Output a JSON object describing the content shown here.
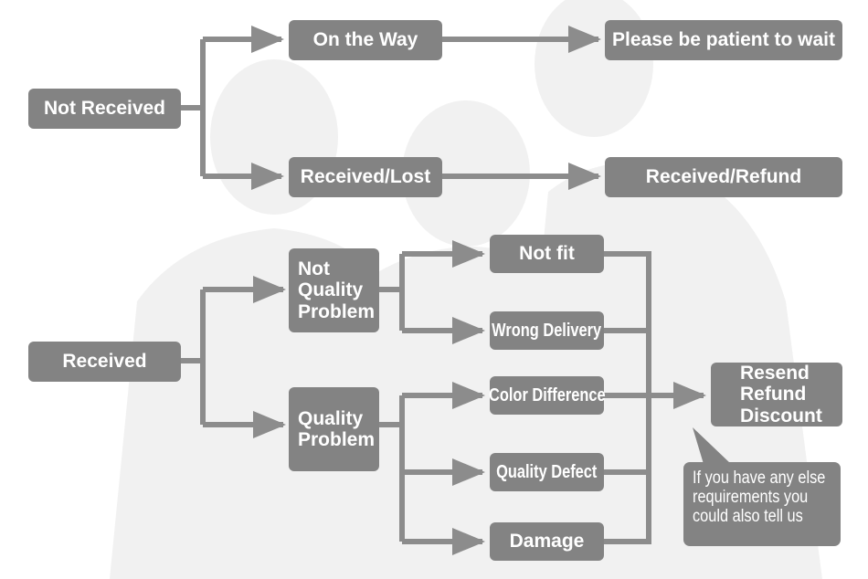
{
  "colors": {
    "box": "#838383",
    "connector": "#8c8c8c",
    "text": "#ffffff",
    "background_photo": "#f1f1f1"
  },
  "diagram": {
    "nodes": {
      "not_received": "Not Received",
      "on_the_way": "On the Way",
      "please_wait": "Please be patient to wait",
      "received_lost": "Received/Lost",
      "received_refund": "Received/Refund",
      "received": "Received",
      "not_quality_problem": [
        "Not",
        "Quality",
        "Problem"
      ],
      "quality_problem": [
        "Quality",
        "Problem"
      ],
      "not_fit": "Not fit",
      "wrong_delivery": "Wrong Delivery",
      "color_difference": "Color Difference",
      "quality_defect": "Quality Defect",
      "damage": "Damage",
      "resolution": [
        "Resend",
        "Refund",
        "Discount"
      ]
    },
    "note": [
      "If you have any else",
      "requirements you",
      "could also tell us"
    ],
    "edges": [
      [
        "not_received",
        "on_the_way"
      ],
      [
        "not_received",
        "received_lost"
      ],
      [
        "on_the_way",
        "please_wait"
      ],
      [
        "received_lost",
        "received_refund"
      ],
      [
        "received",
        "not_quality_problem"
      ],
      [
        "received",
        "quality_problem"
      ],
      [
        "not_quality_problem",
        "not_fit"
      ],
      [
        "not_quality_problem",
        "wrong_delivery"
      ],
      [
        "quality_problem",
        "color_difference"
      ],
      [
        "quality_problem",
        "quality_defect"
      ],
      [
        "quality_problem",
        "damage"
      ],
      [
        "not_fit",
        "resolution"
      ],
      [
        "wrong_delivery",
        "resolution"
      ],
      [
        "color_difference",
        "resolution"
      ],
      [
        "quality_defect",
        "resolution"
      ],
      [
        "damage",
        "resolution"
      ]
    ]
  }
}
